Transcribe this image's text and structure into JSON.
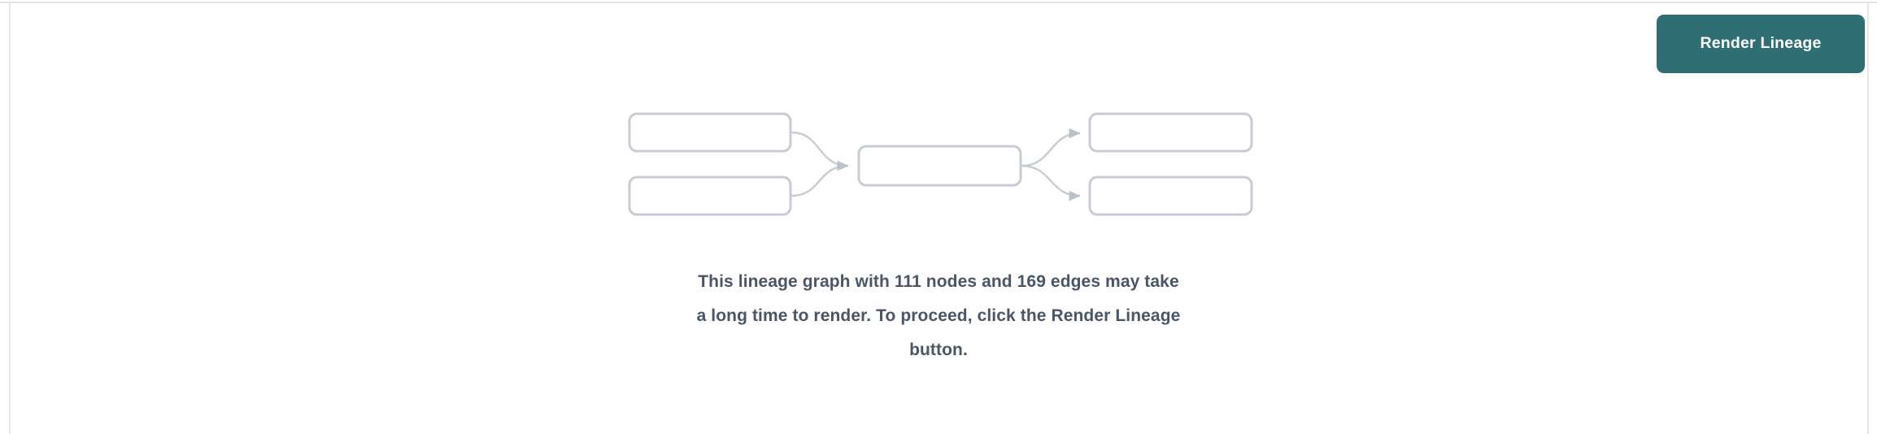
{
  "panel": {
    "background_color": "#ffffff",
    "border_color": "#e2e3e8"
  },
  "toolbar": {
    "render_lineage_label": "Render Lineage",
    "button_color": "#2f6e73",
    "button_text_color": "#ffffff"
  },
  "graph_placeholder": {
    "node_border_color": "#c5ccd4",
    "edge_color": "#c5ccd4",
    "node_count_shown": 5,
    "edge_count_shown": 4,
    "nodes": [
      {
        "id": "left-top",
        "label": ""
      },
      {
        "id": "left-bottom",
        "label": ""
      },
      {
        "id": "center",
        "label": ""
      },
      {
        "id": "right-top",
        "label": ""
      },
      {
        "id": "right-bottom",
        "label": ""
      }
    ],
    "edges": [
      {
        "from": "left-top",
        "to": "center"
      },
      {
        "from": "left-bottom",
        "to": "center"
      },
      {
        "from": "center",
        "to": "right-top"
      },
      {
        "from": "center",
        "to": "right-bottom"
      }
    ]
  },
  "message": {
    "text_color": "#4a5568",
    "node_count": "111",
    "edge_count": "169",
    "line1": "This lineage graph with 111 nodes and 169 edges may take",
    "line2": "a long time to render. To proceed, click the Render Lineage",
    "line3": "button.",
    "full_text": "This lineage graph with 111 nodes and 169 edges may take a long time to render. To proceed, click the Render Lineage button."
  }
}
